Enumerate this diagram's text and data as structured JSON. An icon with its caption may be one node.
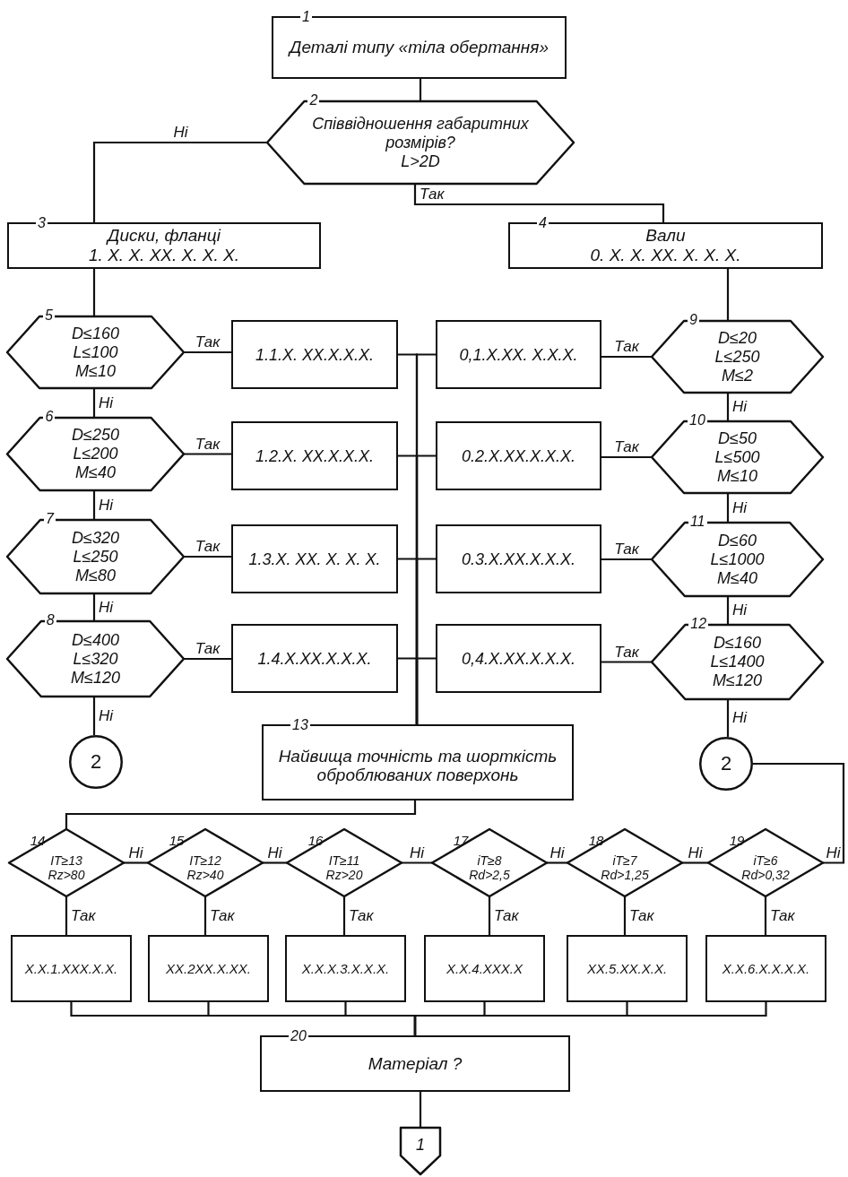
{
  "diagram": {
    "nodes": [
      {
        "text": [
          "1",
          "Деталі типу «тіла обертання»"
        ]
      },
      {
        "text": [
          "2",
          "Співвідношення габаритних розмірів?",
          "L>2D"
        ]
      },
      {
        "text": [
          "3",
          "Диски, фланці",
          "1. X. X. XX. X. X. X."
        ]
      },
      {
        "text": [
          "4",
          "Вали",
          "0. X. X. XX. X. X. X."
        ]
      },
      {
        "text": [
          "5",
          "D≤160 L≤100 M≤10"
        ]
      },
      {
        "text": [
          "6",
          "D≤250 L≤200 M≤40"
        ]
      },
      {
        "text": [
          "7",
          "D≤320 L≤250 M≤80"
        ]
      },
      {
        "text": [
          "8",
          "D≤400 L≤320 M≤120"
        ]
      },
      {
        "text": [
          "2"
        ]
      },
      {
        "text": [
          "1.1.X. XX.X.X.X."
        ]
      },
      {
        "text": [
          "1.2.X. XX.X.X.X."
        ]
      },
      {
        "text": [
          "1.3.X. XX. X. X. X."
        ]
      },
      {
        "text": [
          "1.4.X.XX.X.X.X."
        ]
      },
      {
        "text": [
          "0,1.X.XX. X.X.X."
        ]
      },
      {
        "text": [
          "0.2.X.XX.X.X.X."
        ]
      },
      {
        "text": [
          "0.3.X.XX.X.X.X."
        ]
      },
      {
        "text": [
          "0,4.X.XX.X.X.X."
        ]
      },
      {
        "text": [
          "9",
          "D≤20 L≤250 M≤2"
        ]
      },
      {
        "text": [
          "10",
          "D≤50 L≤500 M≤10"
        ]
      },
      {
        "text": [
          "11",
          "D≤60 L≤1000 M≤40"
        ]
      },
      {
        "text": [
          "12",
          "D≤160 L≤1400 M≤120"
        ]
      },
      {
        "text": [
          "2"
        ]
      },
      {
        "text": [
          "13",
          "Найвища точність та шорткість оброблюваних поверхонь"
        ]
      },
      {
        "text": [
          "14",
          "IT≥13 Rz>80"
        ]
      },
      {
        "text": [
          "15",
          "IT≥12 Rz>40"
        ]
      },
      {
        "text": [
          "16",
          "IT≥11 Rz>20"
        ]
      },
      {
        "text": [
          "17",
          "iT≥8 Rd>2,5"
        ]
      },
      {
        "text": [
          "18",
          "iT≥7 Rd>1,25"
        ]
      },
      {
        "text": [
          "19",
          "iT≥6 Rd>0,32"
        ]
      },
      {
        "text": [
          "X.X.1.XXX.X.X."
        ]
      },
      {
        "text": [
          "XX.2XX.X.XX."
        ]
      },
      {
        "text": [
          "X.X.X.3.X.X.X."
        ]
      },
      {
        "text": [
          "X.X.4.XXX.X"
        ]
      },
      {
        "text": [
          "XX.5.XX.X.X."
        ]
      },
      {
        "text": [
          "X.X.6.X.X.X.X."
        ]
      },
      {
        "text": [
          "20",
          "Матеріал ?"
        ]
      },
      {
        "text": [
          "1"
        ]
      }
    ],
    "edges": [
      {
        "from": 0,
        "to": 1,
        "arrow": "none"
      },
      {
        "from": 1,
        "to": 2,
        "arrow": "none",
        "label": "Ні"
      },
      {
        "from": 1,
        "to": 3,
        "arrow": "none",
        "label": "Так"
      },
      {
        "from": 2,
        "to": 4,
        "arrow": "none"
      },
      {
        "from": 4,
        "to": 5,
        "arrow": "none",
        "label": "Ні"
      },
      {
        "from": 5,
        "to": 6,
        "arrow": "none",
        "label": "Ні"
      },
      {
        "from": 6,
        "to": 7,
        "arrow": "none",
        "label": "Ні"
      },
      {
        "from": 7,
        "to": 8,
        "arrow": "none",
        "label": "Ні"
      },
      {
        "from": 4,
        "to": 9,
        "arrow": "none",
        "label": "Так"
      },
      {
        "from": 5,
        "to": 10,
        "arrow": "none",
        "label": "Так"
      },
      {
        "from": 6,
        "to": 11,
        "arrow": "none",
        "label": "Так"
      },
      {
        "from": 7,
        "to": 12,
        "arrow": "none",
        "label": "Так"
      },
      {
        "from": 3,
        "to": 17,
        "arrow": "none"
      },
      {
        "from": 17,
        "to": 18,
        "arrow": "none",
        "label": "Ні"
      },
      {
        "from": 18,
        "to": 19,
        "arrow": "none",
        "label": "Ні"
      },
      {
        "from": 19,
        "to": 20,
        "arrow": "none",
        "label": "Ні"
      },
      {
        "from": 20,
        "to": 21,
        "arrow": "none",
        "label": "Ні"
      },
      {
        "from": 17,
        "to": 13,
        "arrow": "none",
        "label": "Так"
      },
      {
        "from": 18,
        "to": 14,
        "arrow": "none",
        "label": "Так"
      },
      {
        "from": 19,
        "to": 15,
        "arrow": "none",
        "label": "Так"
      },
      {
        "from": 20,
        "to": 16,
        "arrow": "none",
        "label": "Так"
      },
      {
        "from": 9,
        "to": 22,
        "arrow": "none"
      },
      {
        "from": 10,
        "to": 22,
        "arrow": "none"
      },
      {
        "from": 11,
        "to": 22,
        "arrow": "none"
      },
      {
        "from": 12,
        "to": 22,
        "arrow": "none"
      },
      {
        "from": 13,
        "to": 22,
        "arrow": "none"
      },
      {
        "from": 14,
        "to": 22,
        "arrow": "none"
      },
      {
        "from": 15,
        "to": 22,
        "arrow": "none"
      },
      {
        "from": 16,
        "to": 22,
        "arrow": "none"
      },
      {
        "from": 22,
        "to": 23,
        "arrow": "none"
      },
      {
        "from": 23,
        "to": 24,
        "arrow": "none",
        "label": "Ні"
      },
      {
        "from": 24,
        "to": 25,
        "arrow": "none",
        "label": "Ні"
      },
      {
        "from": 25,
        "to": 26,
        "arrow": "none",
        "label": "Ні"
      },
      {
        "from": 26,
        "to": 27,
        "arrow": "none",
        "label": "Ні"
      },
      {
        "from": 27,
        "to": 28,
        "arrow": "none",
        "label": "Ні"
      },
      {
        "from": 28,
        "to": 21,
        "arrow": "none",
        "label": "Ні"
      },
      {
        "from": 23,
        "to": 29,
        "arrow": "none",
        "label": "Так"
      },
      {
        "from": 24,
        "to": 30,
        "arrow": "none",
        "label": "Так"
      },
      {
        "from": 25,
        "to": 31,
        "arrow": "none",
        "label": "Так"
      },
      {
        "from": 26,
        "to": 32,
        "arrow": "none",
        "label": "Так"
      },
      {
        "from": 27,
        "to": 33,
        "arrow": "none",
        "label": "Так"
      },
      {
        "from": 28,
        "to": 34,
        "arrow": "none",
        "label": "Так"
      },
      {
        "from": 29,
        "to": 35,
        "arrow": "none"
      },
      {
        "from": 30,
        "to": 35,
        "arrow": "none"
      },
      {
        "from": 31,
        "to": 35,
        "arrow": "none"
      },
      {
        "from": 32,
        "to": 35,
        "arrow": "none"
      },
      {
        "from": 33,
        "to": 35,
        "arrow": "none"
      },
      {
        "from": 34,
        "to": 35,
        "arrow": "none"
      },
      {
        "from": 35,
        "to": 36,
        "arrow": "none"
      }
    ]
  }
}
